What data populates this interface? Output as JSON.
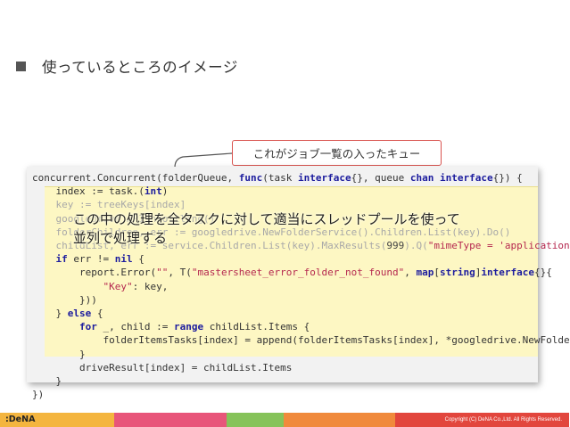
{
  "slide": {
    "heading": "使っているところのイメージ",
    "callout": "これがジョブ一覧の入ったキュー",
    "overlay_line1": "この中の処理を全タスクに対して適当にスレッドプールを使って",
    "overlay_line2": "並列で処理する"
  },
  "code_lines": [
    "concurrent.Concurrent(folderQueue, func(task interface{}, queue chan interface{}) {",
    "    index := task.(int)",
    "    key := treeKeys[index]",
    "    googledrive.APIThrottling()",
    "    folderChildren, err := googledrive.NewFolderService().Children.List(key).Do()",
    "    childList, err := service.Children.List(key).MaxResults(999).Q(\"mimeType = 'application",
    "    if err != nil {",
    "        report.Error(\"\", T(\"mastersheet_error_folder_not_found\", map[string]interface{}{",
    "            \"Key\": key,",
    "        }))",
    "    } else {",
    "        for _, child := range childList.Items {",
    "            folderItemsTasks[index] = append(folderItemsTasks[index], *googledrive.NewFolde",
    "        }",
    "        driveResult[index] = childList.Items",
    "    }",
    "})"
  ],
  "footer": {
    "logo": ":DeNA",
    "copyright": "Copyright (C) DeNA Co.,Ltd. All Rights Reserved."
  },
  "colors": {
    "footer_segments": [
      "#f4b53f",
      "#e8557a",
      "#86c35a",
      "#f08a3c",
      "#e2463d"
    ],
    "callout_border": "#d9534f",
    "highlight": "#fdf7c3"
  }
}
